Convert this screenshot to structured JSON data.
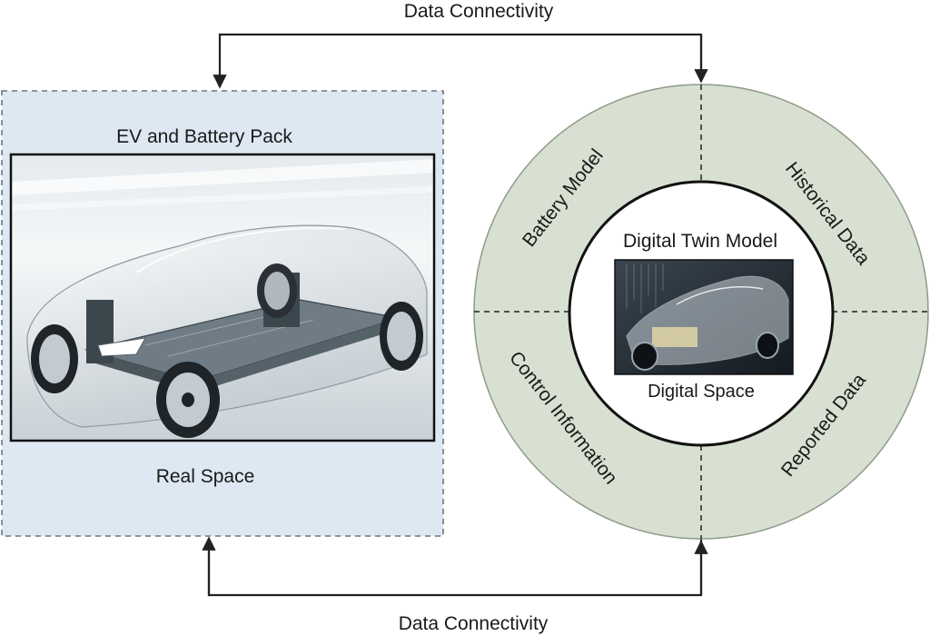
{
  "connectivity": {
    "top_label": "Data Connectivity",
    "bottom_label": "Data Connectivity"
  },
  "real_space": {
    "title": "EV and Battery Pack",
    "caption": "Real Space",
    "image_subject": "ev-chassis-with-battery-pack"
  },
  "digital_twin": {
    "title": "Digital Twin Model",
    "caption": "Digital Space",
    "image_subject": "transparent-car-digital-model",
    "segments": [
      {
        "label": "Battery Model"
      },
      {
        "label": "Historical Data"
      },
      {
        "label": "Control Information"
      },
      {
        "label": "Reported Data"
      }
    ]
  },
  "colors": {
    "real_panel_fill": "#dde8f3",
    "ring_fill": "#d8e1d1",
    "line": "#222222",
    "dashed_border": "#6b7580"
  }
}
